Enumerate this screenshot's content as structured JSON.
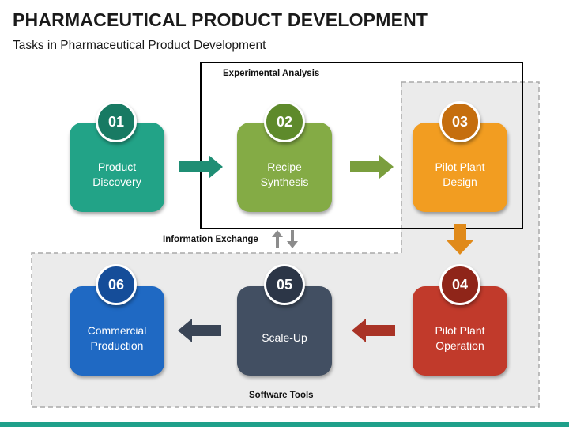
{
  "header": {
    "title": "PHARMACEUTICAL PRODUCT DEVELOPMENT",
    "subtitle": "Tasks in Pharmaceutical Product Development"
  },
  "regions": {
    "experimental_analysis": "Experimental Analysis",
    "information_exchange": "Information Exchange",
    "software_tools": "Software Tools"
  },
  "steps": [
    {
      "number": "01",
      "label": "Product\nDiscovery",
      "color": "#22a387"
    },
    {
      "number": "02",
      "label": "Recipe\nSynthesis",
      "color": "#84ab45"
    },
    {
      "number": "03",
      "label": "Pilot Plant\nDesign",
      "color": "#f29d21"
    },
    {
      "number": "04",
      "label": "Pilot Plant\nOperation",
      "color": "#c13a2b"
    },
    {
      "number": "05",
      "label": "Scale-Up",
      "color": "#424f62"
    },
    {
      "number": "06",
      "label": "Commercial\nProduction",
      "color": "#1f69c3"
    }
  ],
  "colors": {
    "accent_bar": "#1fa08a",
    "software_region_fill": "#ebebeb",
    "software_region_border": "#a9a9a9",
    "experimental_region_border": "#000000"
  }
}
